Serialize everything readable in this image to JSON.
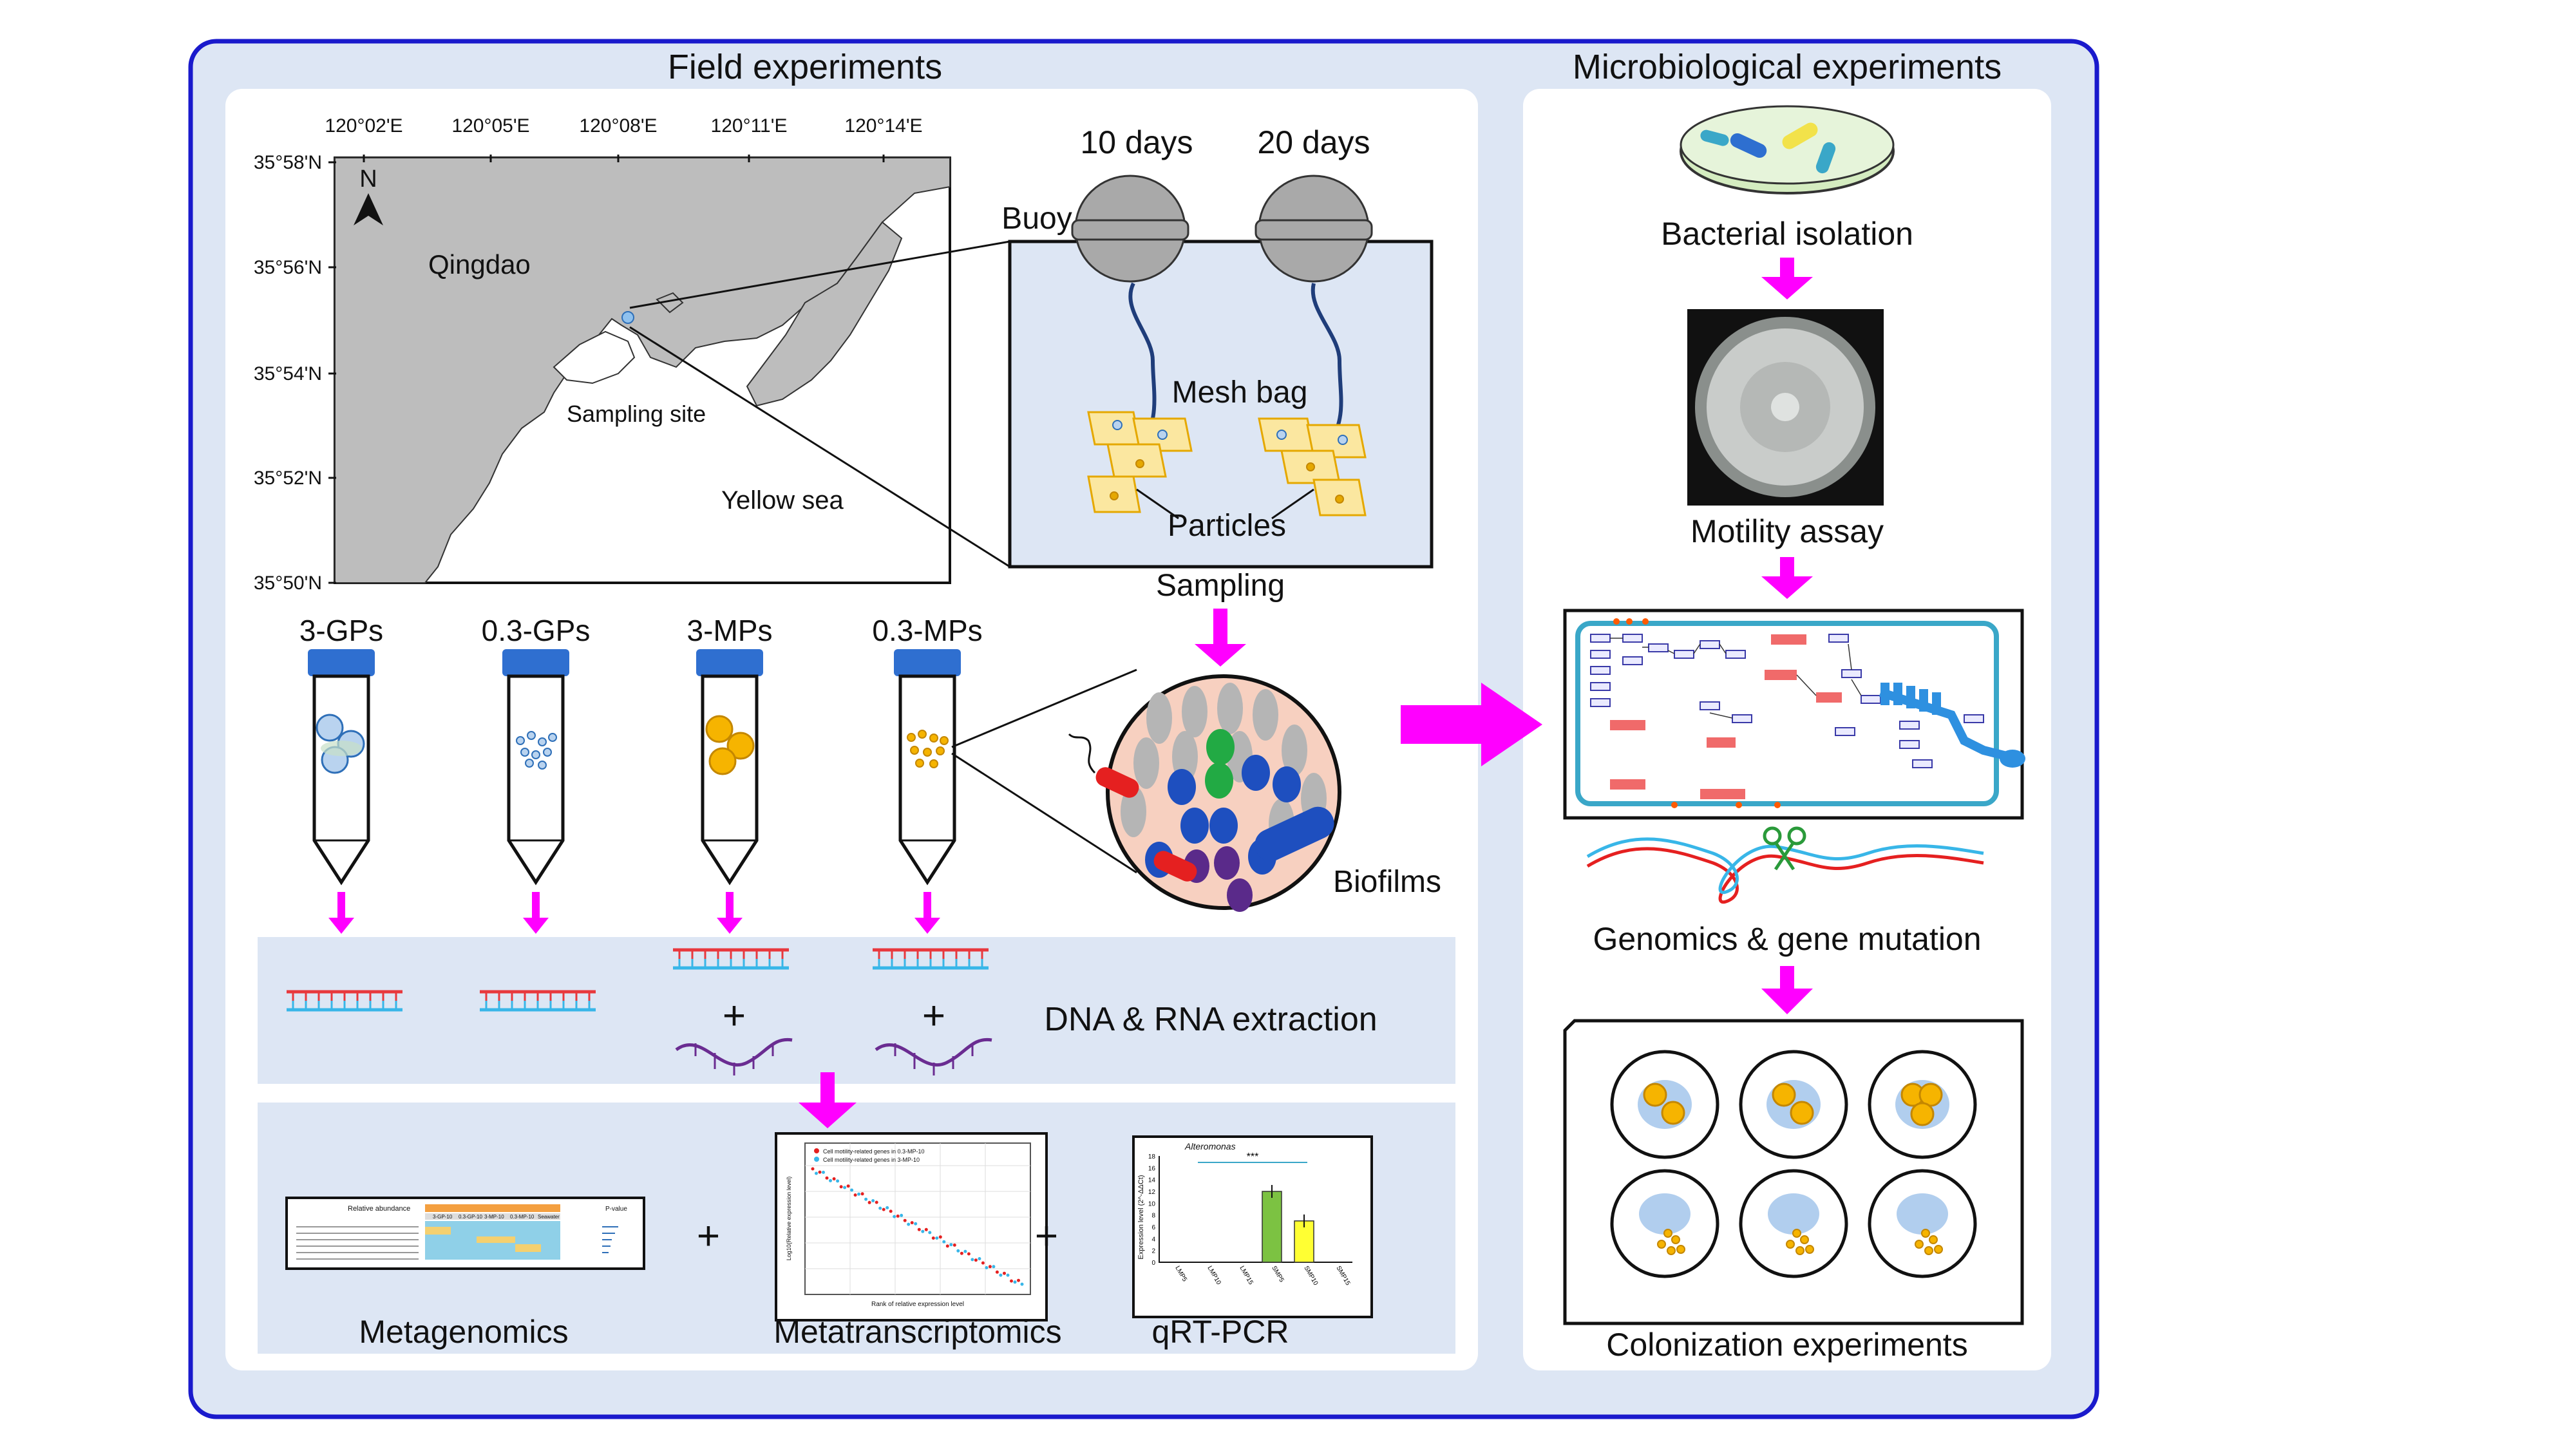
{
  "panels": {
    "field_title": "Field experiments",
    "micro_title": "Microbiological experiments"
  },
  "map": {
    "lon_ticks": [
      "120°02'E",
      "120°05'E",
      "120°08'E",
      "120°11'E",
      "120°14'E"
    ],
    "lat_ticks": [
      "35°58'N",
      "35°56'N",
      "35°54'N",
      "35°52'N",
      "35°50'N"
    ],
    "north": "N",
    "city": "Qingdao",
    "site": "Sampling site",
    "sea": "Yellow sea"
  },
  "deployment": {
    "day1": "10 days",
    "day2": "20 days",
    "buoy": "Buoy",
    "mesh_bag": "Mesh bag",
    "particles": "Particles",
    "sampling": "Sampling"
  },
  "tubes": [
    "3-GPs",
    "0.3-GPs",
    "3-MPs",
    "0.3-MPs"
  ],
  "biofilms": "Biofilms",
  "extraction": {
    "label": "DNA & RNA extraction",
    "plus": "+"
  },
  "omics": {
    "metagenomics": "Metagenomics",
    "metatranscriptomics": "Metatranscriptomics",
    "qrtpcr": "qRT-PCR",
    "plus": "+"
  },
  "micro_steps": {
    "isolation": "Bacterial isolation",
    "motility": "Motility assay",
    "genomics": "Genomics & gene mutation",
    "colonization": "Colonization experiments"
  },
  "qpcr_chart": {
    "title": "Alteromonas",
    "ylabel": "Expression level (2^-ΔΔCt)",
    "significance": "***",
    "categories": [
      "LMP5",
      "LMP10",
      "LMP15",
      "SMP5",
      "SMP10",
      "SMP15"
    ],
    "values": [
      0.1,
      0.1,
      0.1,
      12,
      7,
      0.1
    ],
    "ylim": [
      0,
      18
    ],
    "yticks": [
      "0",
      "2",
      "4",
      "6",
      "8",
      "10",
      "12",
      "14",
      "16",
      "18"
    ],
    "colors": [
      "#7cc242",
      "#ffff33"
    ]
  },
  "scatter_chart": {
    "legend1": "Cell motility-related genes in 0.3-MP-10",
    "legend2": "Cell motility-related genes in 3-MP-10",
    "xlabel": "Rank of relative expression level",
    "ylabel": "Log10(Relative expression level)"
  },
  "heatmap": {
    "header": "Relative abundance",
    "groups": [
      "3-GP-10",
      "0.3-GP-10",
      "3-MP-10",
      "0.3-MP-10",
      "Seawater"
    ],
    "pvalue": "P-value"
  },
  "colors": {
    "magenta": "#ff00ff",
    "frame": "#1a1acc",
    "panel_bg": "#dde6f4"
  }
}
